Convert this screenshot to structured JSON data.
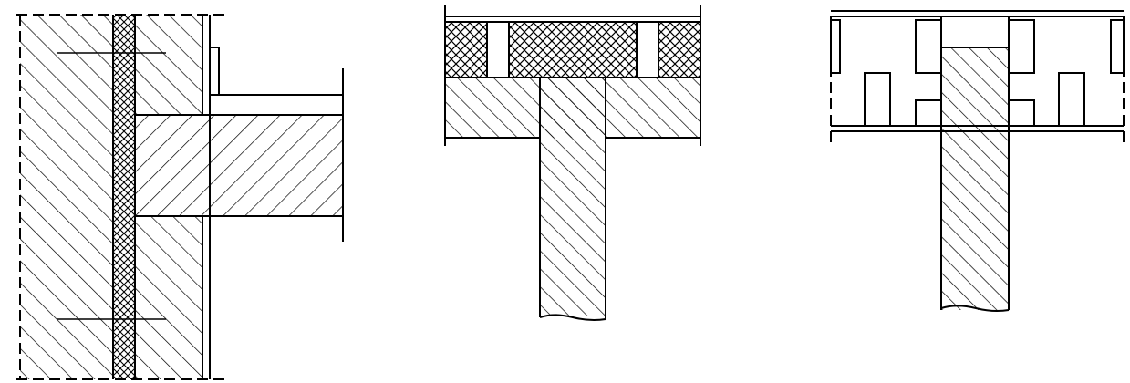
{
  "figure": {
    "background": "#ffffff",
    "line_color": "#000000",
    "details": [
      {
        "id": "wall-floor-junction",
        "materials": [
          "masonry-hatch",
          "insulation-crosshatch",
          "slab-hatch"
        ]
      },
      {
        "id": "floor-wall-tee",
        "materials": [
          "insulation-crosshatch",
          "slab-hatch",
          "wall-hatch"
        ]
      },
      {
        "id": "ribbed-floor-wall-tee",
        "materials": [
          "slab-hatch",
          "wall-hatch"
        ]
      }
    ]
  }
}
